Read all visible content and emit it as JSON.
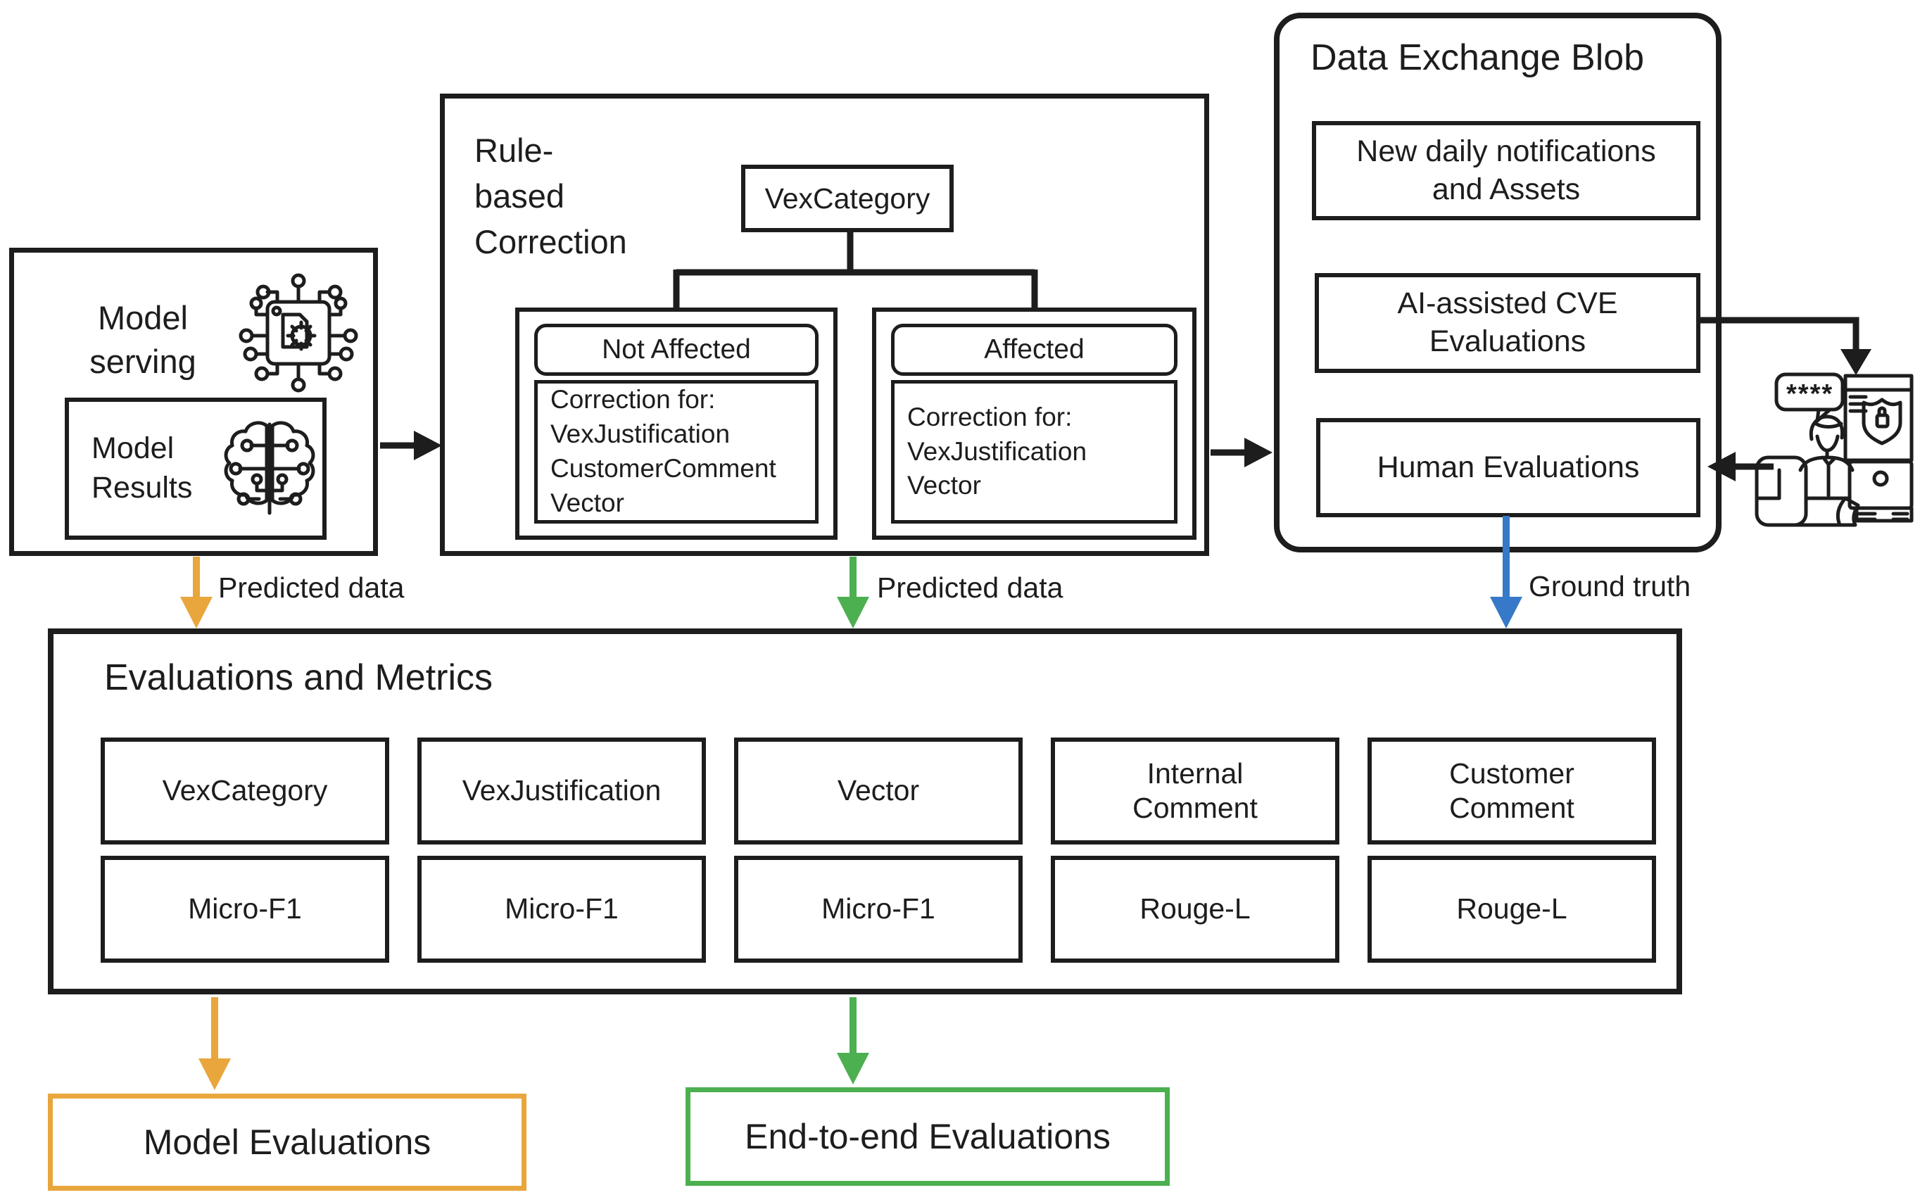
{
  "colors": {
    "ink": "#1d1d1d",
    "orange": "#E8A63C",
    "green": "#4CAF50",
    "blue": "#3579C8"
  },
  "model_serving": {
    "title": "Model\nserving",
    "results": "Model\nResults"
  },
  "rule_based": {
    "title": "Rule-\nbased\nCorrection",
    "root": "VexCategory",
    "branches": [
      {
        "header": "Not Affected",
        "body": "Correction for:\nVexJustification\nCustomerComment\nVector"
      },
      {
        "header": "Affected",
        "body": "Correction for:\nVexJustification\nVector"
      }
    ]
  },
  "data_exchange": {
    "title": "Data Exchange Blob",
    "items": [
      "New daily notifications and Assets",
      "AI-assisted CVE Evaluations",
      "Human Evaluations"
    ]
  },
  "flow_labels": {
    "predicted_data_left": "Predicted data",
    "predicted_data_mid": "Predicted data",
    "ground_truth": "Ground truth"
  },
  "evaluations": {
    "title": "Evaluations and Metrics",
    "columns": [
      {
        "field": "VexCategory",
        "metric": "Micro-F1"
      },
      {
        "field": "VexJustification",
        "metric": "Micro-F1"
      },
      {
        "field": "Vector",
        "metric": "Micro-F1"
      },
      {
        "field": "Internal Comment",
        "metric": "Rouge-L"
      },
      {
        "field": "Customer Comment",
        "metric": "Rouge-L"
      }
    ]
  },
  "outputs": {
    "model": "Model Evaluations",
    "end_to_end": "End-to-end Evaluations"
  },
  "icons": {
    "chip": "ai-chip-icon",
    "brain": "brain-circuit-icon",
    "password_mask": "****",
    "secure_browser": "secure-browser-icon",
    "analyst": "analyst-at-laptop-icon"
  }
}
